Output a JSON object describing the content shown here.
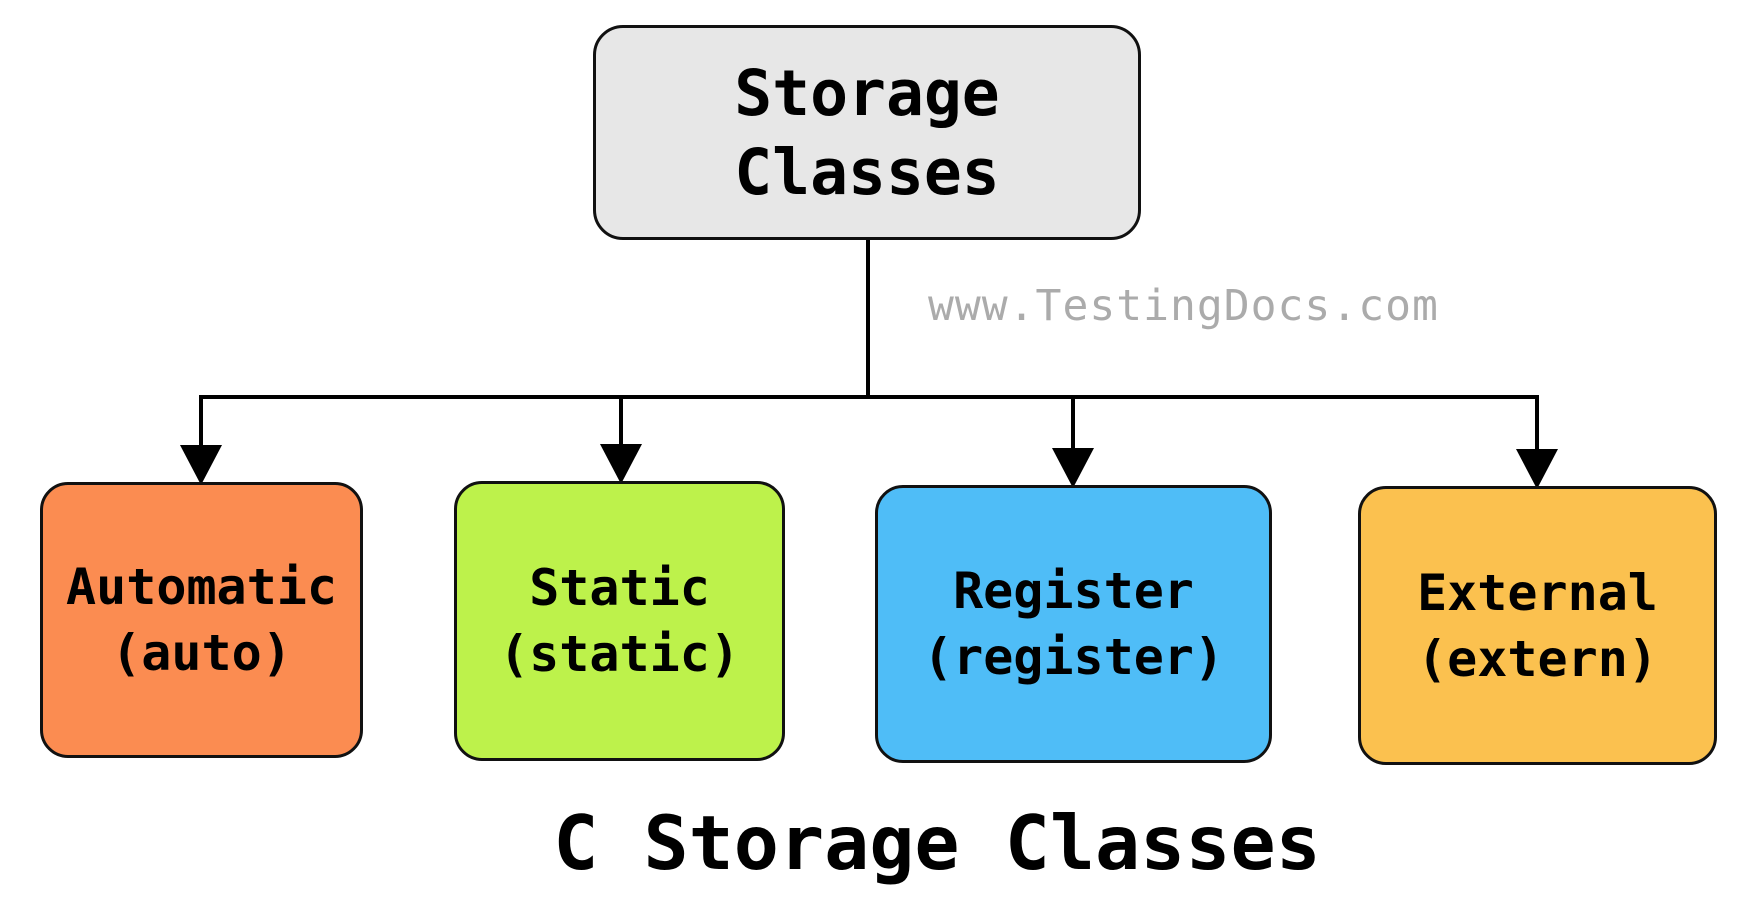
{
  "diagram": {
    "title_caption": "C Storage Classes",
    "watermark": {
      "text": "www.TestingDocs.com",
      "color": "#ababab"
    },
    "root": {
      "label": "Storage Classes",
      "fill": "#e7e7e7",
      "border_color": "#111111"
    },
    "children": [
      {
        "name": "Automatic",
        "keyword": "(auto)",
        "fill": "#FB8C51"
      },
      {
        "name": "Static",
        "keyword": "(static)",
        "fill": "#BDF24B"
      },
      {
        "name": "Register",
        "keyword": "(register)",
        "fill": "#4FBDF7"
      },
      {
        "name": "External",
        "keyword": "(extern)",
        "fill": "#FBC14F"
      }
    ],
    "connector_color": "#000000"
  }
}
